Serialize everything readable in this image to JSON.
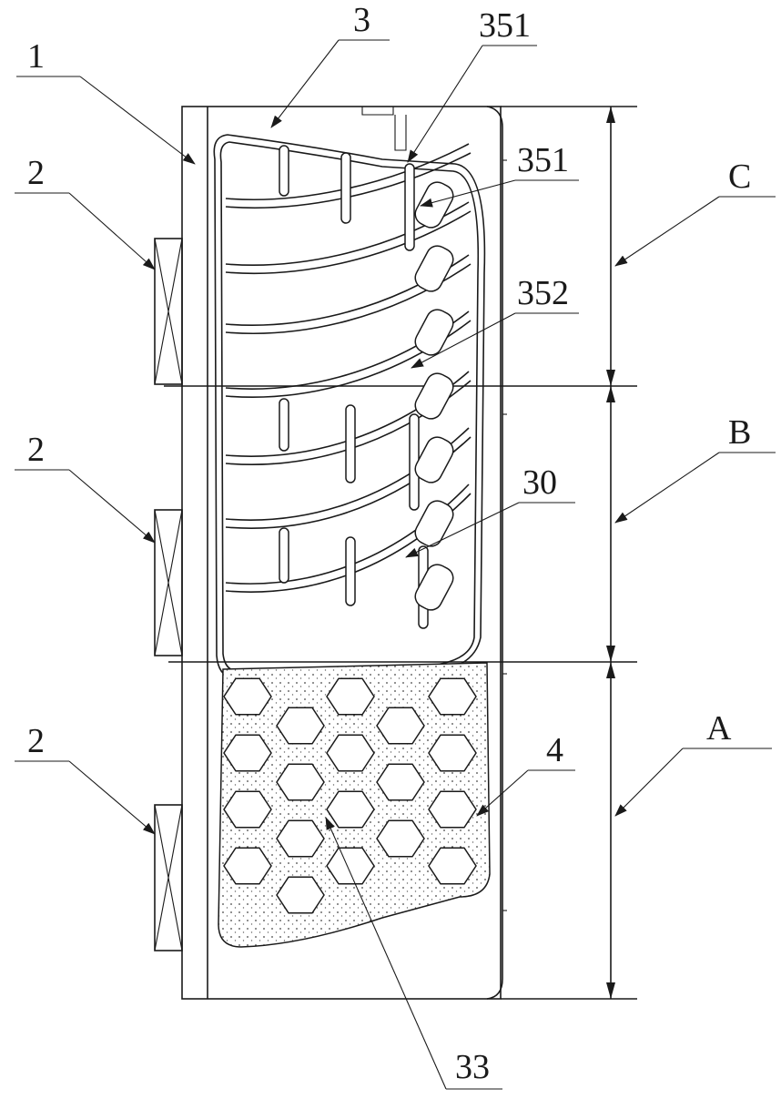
{
  "labels": {
    "frame": "1",
    "panel": "3",
    "rib_top": "351",
    "rib_mid": "351",
    "rib_low": "352",
    "flow_channel": "30",
    "coating": "4",
    "hex_cell": "33",
    "heater": "2",
    "zone_a": "A",
    "zone_b": "B",
    "zone_c": "C"
  }
}
